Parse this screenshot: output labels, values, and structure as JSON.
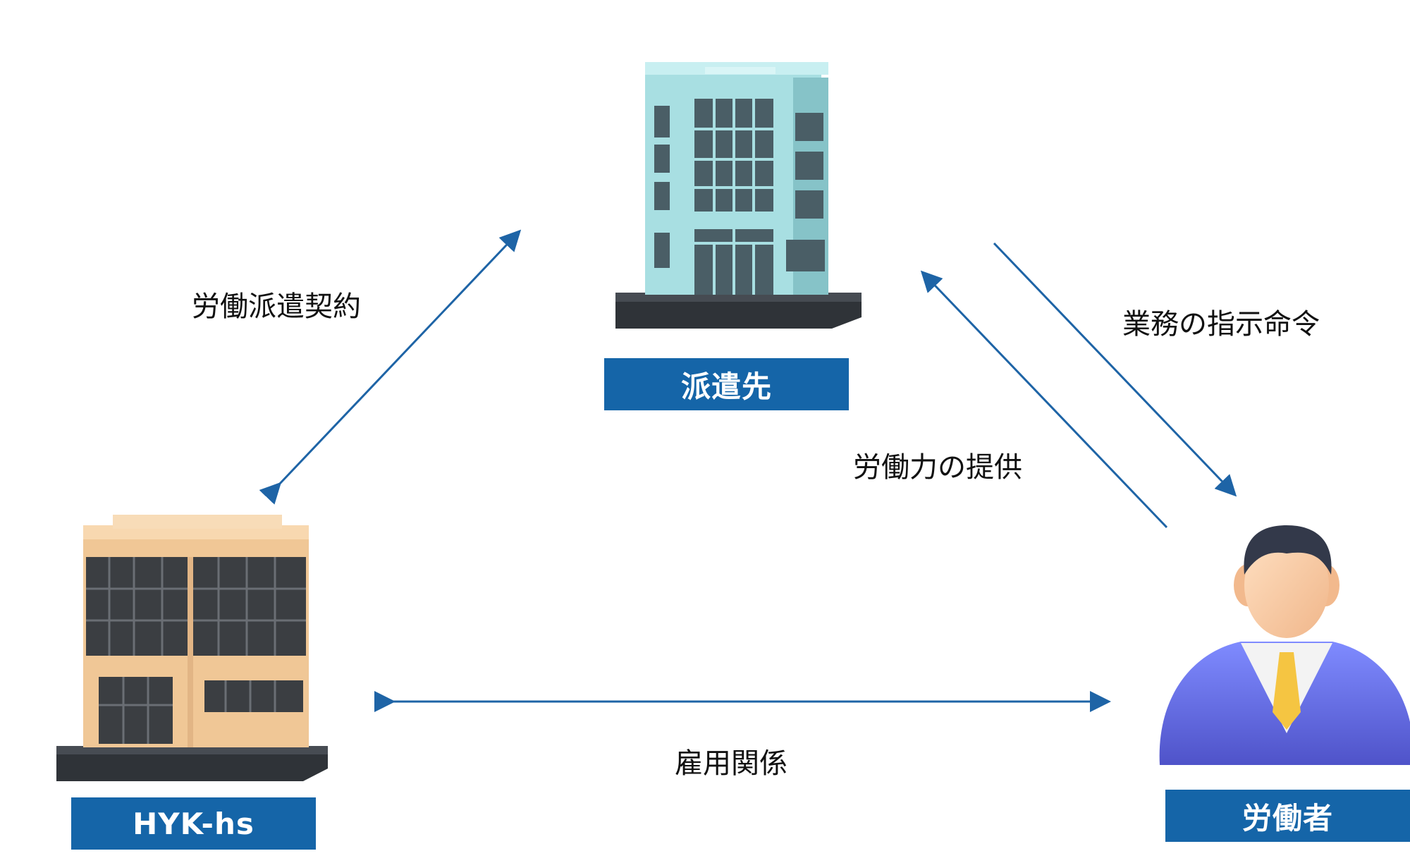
{
  "nodes": {
    "client": {
      "label": "派遣先"
    },
    "dispatcher": {
      "label": "HYK-hs"
    },
    "worker": {
      "label": "労働者"
    }
  },
  "relations": {
    "dispatch_contract": "労働派遣契約",
    "work_instruction": "業務の指示命令",
    "labor_provision": "労働力の提供",
    "employment": "雇用関係"
  },
  "colors": {
    "label_bg": "#1565a8",
    "arrow": "#1e64a6"
  }
}
